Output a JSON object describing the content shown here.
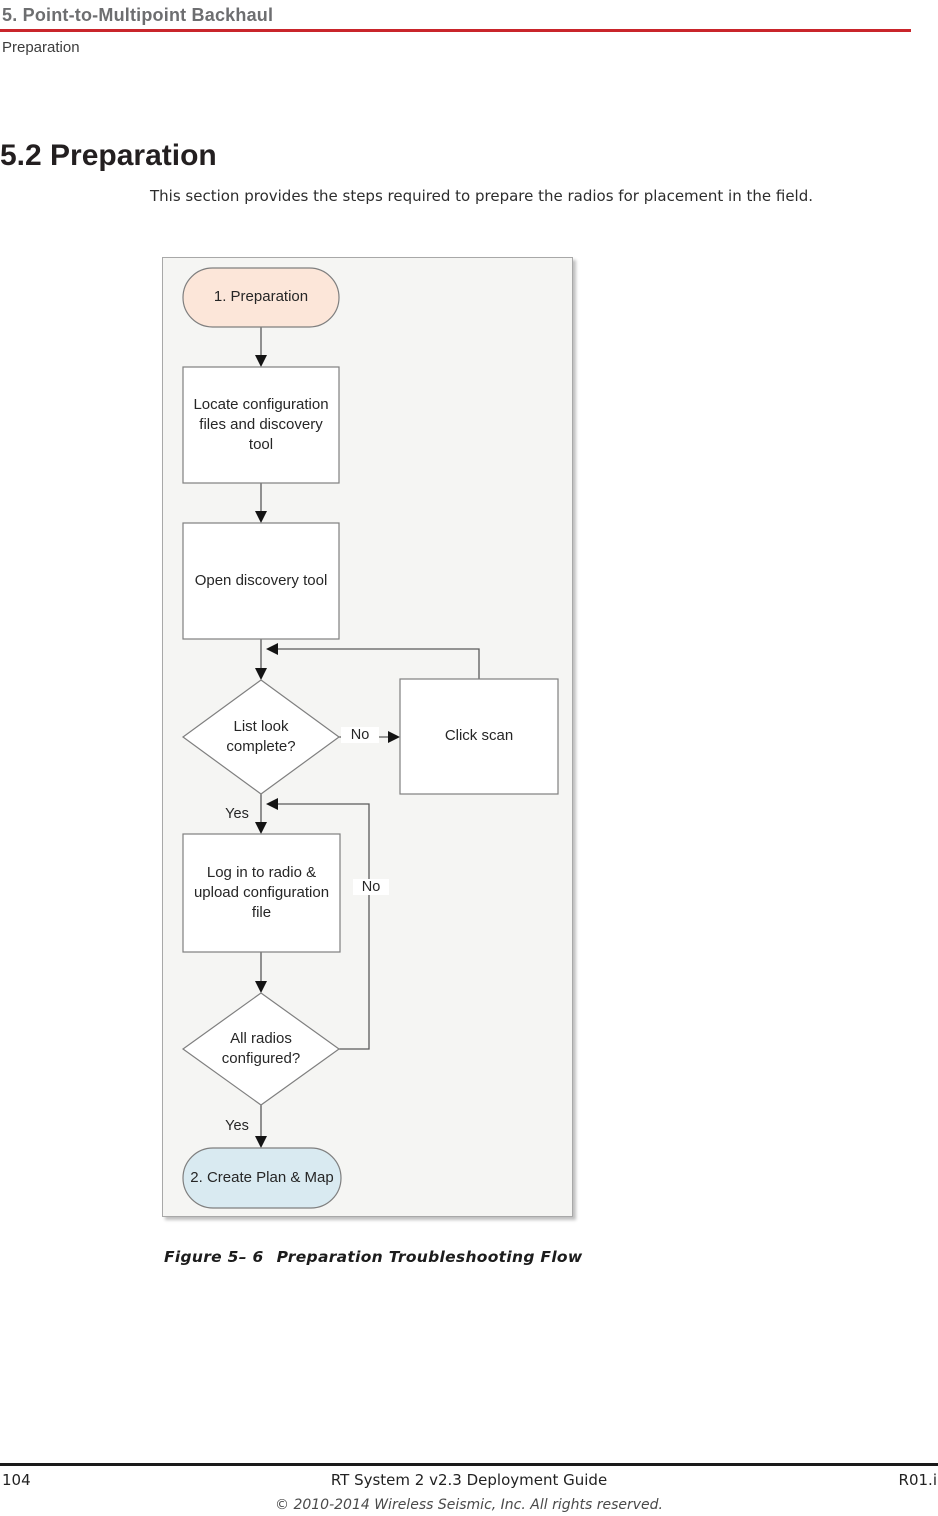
{
  "header": {
    "chapter": "5. Point-to-Multipoint Backhaul",
    "section": "Preparation"
  },
  "content": {
    "heading": "5.2 Preparation",
    "paragraph": "This section provides the steps required to prepare the radios for placement in the field.",
    "figure_caption": {
      "label": "Figure 5– 6",
      "title": "Preparation Troubleshooting Flow"
    }
  },
  "flowchart": {
    "type": "flowchart",
    "title": "Preparation Troubleshooting Flow",
    "nodes": [
      {
        "id": "start",
        "shape": "terminator",
        "label": "1. Preparation",
        "fill": "#fce6d9"
      },
      {
        "id": "locate-files",
        "shape": "process",
        "label": "Locate configuration files and discovery tool",
        "fill": "#ffffff"
      },
      {
        "id": "open-tool",
        "shape": "process",
        "label": "Open discovery tool",
        "fill": "#ffffff"
      },
      {
        "id": "list-complete",
        "shape": "decision",
        "label": "List look complete?",
        "fill": "#ffffff"
      },
      {
        "id": "click-scan",
        "shape": "process",
        "label": "Click scan",
        "fill": "#ffffff"
      },
      {
        "id": "login-upload",
        "shape": "process",
        "label": "Log in to radio & upload configuration file",
        "fill": "#ffffff"
      },
      {
        "id": "all-configured",
        "shape": "decision",
        "label": "All radios configured?",
        "fill": "#ffffff"
      },
      {
        "id": "create-plan",
        "shape": "terminator",
        "label": "2. Create Plan & Map",
        "fill": "#d9eaf1"
      }
    ],
    "edges": [
      {
        "from": "start",
        "to": "locate-files"
      },
      {
        "from": "locate-files",
        "to": "open-tool"
      },
      {
        "from": "open-tool",
        "to": "list-complete"
      },
      {
        "from": "list-complete",
        "to": "click-scan",
        "label": "No"
      },
      {
        "from": "click-scan",
        "to": "list-complete"
      },
      {
        "from": "list-complete",
        "to": "login-upload",
        "label": "Yes"
      },
      {
        "from": "login-upload",
        "to": "all-configured"
      },
      {
        "from": "all-configured",
        "to": "login-upload",
        "label": "No"
      },
      {
        "from": "all-configured",
        "to": "create-plan",
        "label": "Yes"
      }
    ]
  },
  "footer": {
    "page_number": "104",
    "doc_title": "RT System 2 v2.3 Deployment Guide",
    "revision": "R01.i",
    "copyright": "© 2010-2014 Wireless Seismic, Inc. All rights reserved."
  },
  "colors": {
    "header_rule": "#c9252b",
    "footer_rule": "#1a1a1a",
    "panel_background": "#f5f5f3",
    "start_node_fill": "#fce6d9",
    "end_node_fill": "#d9eaf1",
    "chapter_title_gray": "#6d6e70"
  }
}
